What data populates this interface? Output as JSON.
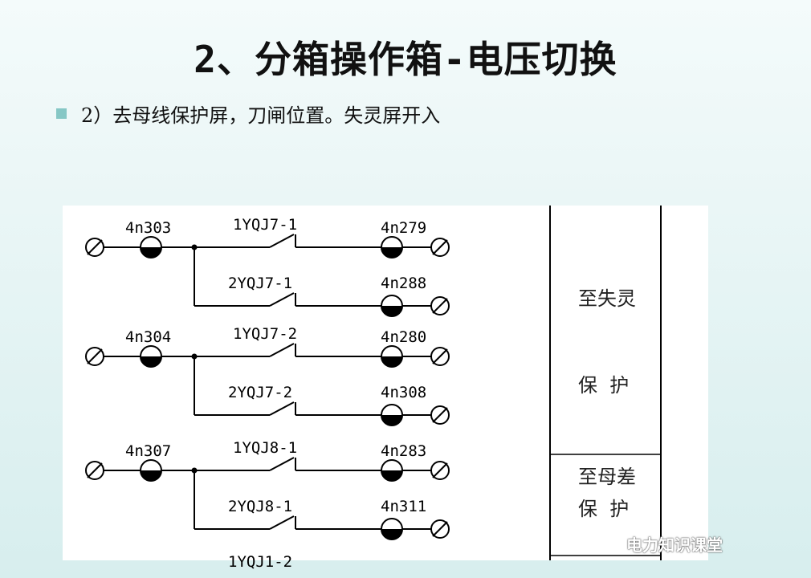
{
  "slide": {
    "title": "2、分箱操作箱-电压切换",
    "bullet": "2）去母线保护屏，刀闸位置。失灵屏开入"
  },
  "diagram": {
    "groups": [
      {
        "left_terminal": "4n303",
        "contacts": [
          {
            "label": "1YQJ7-1",
            "right_terminal": "4n279"
          },
          {
            "label": "2YQJ7-1",
            "right_terminal": "4n288"
          }
        ]
      },
      {
        "left_terminal": "4n304",
        "contacts": [
          {
            "label": "1YQJ7-2",
            "right_terminal": "4n280"
          },
          {
            "label": "2YQJ7-2",
            "right_terminal": "4n308"
          }
        ]
      },
      {
        "left_terminal": "4n307",
        "contacts": [
          {
            "label": "1YQJ8-1",
            "right_terminal": "4n283"
          },
          {
            "label": "2YQJ8-1",
            "right_terminal": "4n311"
          }
        ]
      }
    ],
    "partial_label": "1YQJ1-2",
    "side_labels": {
      "failure_top": "至失灵",
      "failure_bottom": "保  护",
      "busdiff_top": "至母差",
      "busdiff_bottom": "保  护"
    }
  },
  "watermark": {
    "text": "电力知识课堂",
    "icon": "wechat-icon"
  },
  "colors": {
    "bullet": "#86c7c5",
    "line": "#000000"
  }
}
